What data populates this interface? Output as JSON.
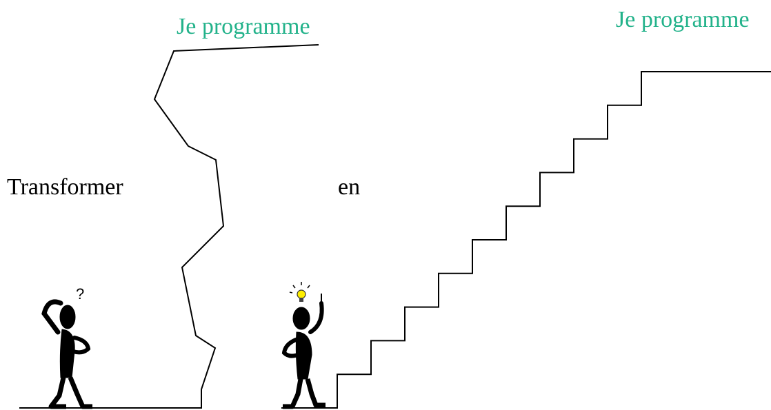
{
  "left_panel": {
    "goal_label": "Je programme",
    "action_label": "Transformer",
    "figure": "confused-stick-figure",
    "figure_symbol": "?",
    "obstacle": "jagged-cliff"
  },
  "connector": {
    "label": "en"
  },
  "right_panel": {
    "goal_label": "Je programme",
    "figure": "lightbulb-idea-stick-figure",
    "obstacle": "staircase",
    "step_count": 10
  },
  "colors": {
    "goal_text": "#22b28a",
    "body_text": "#000000",
    "lines": "#000000",
    "figure_fill": "#000000",
    "lightbulb": "#ffee00"
  }
}
